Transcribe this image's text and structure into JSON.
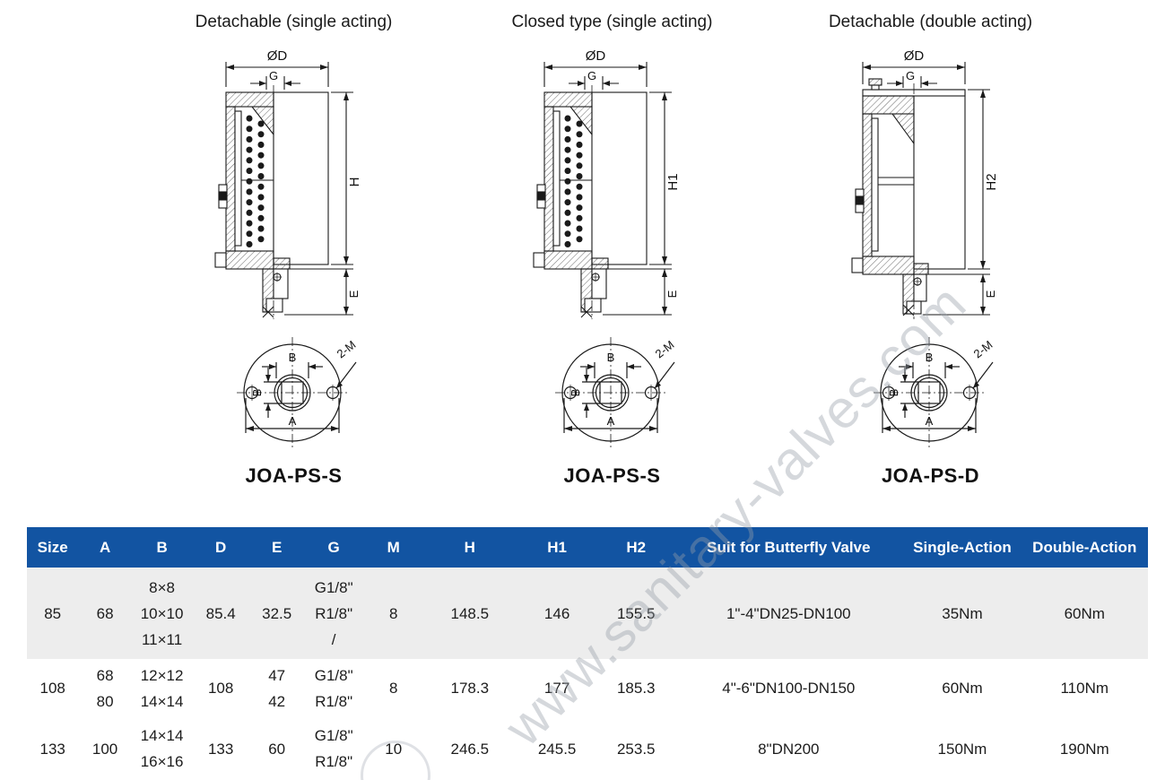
{
  "watermark": {
    "text": "www.sanitary-valves.com"
  },
  "colors": {
    "header_blue": "#1254A2",
    "row_gray": "#EDEDED"
  },
  "drawings": [
    {
      "title": "Detachable (single acting)",
      "model": "JOA-PS-S",
      "dims": {
        "diameter": "ØD",
        "g": "G",
        "height": "H",
        "e": "E"
      },
      "view": {
        "b_top": "B",
        "b_side": "B",
        "a": "A",
        "holes": "2-M"
      }
    },
    {
      "title": "Closed type (single acting)",
      "model": "JOA-PS-S",
      "dims": {
        "diameter": "ØD",
        "g": "G",
        "height": "H1",
        "e": "E"
      },
      "view": {
        "b_top": "B",
        "b_side": "B",
        "a": "A",
        "holes": "2-M"
      }
    },
    {
      "title": "Detachable (double acting)",
      "model": "JOA-PS-D",
      "dims": {
        "diameter": "ØD",
        "g": "G",
        "height": "H2",
        "e": "E"
      },
      "view": {
        "b_top": "B",
        "b_side": "B",
        "a": "A",
        "holes": "2-M"
      }
    }
  ],
  "table": {
    "headers": [
      "Size",
      "A",
      "B",
      "D",
      "E",
      "G",
      "M",
      "H",
      "H1",
      "H2",
      "Suit for Butterfly Valve",
      "Single-Action",
      "Double-Action"
    ],
    "rows": [
      {
        "size": "85",
        "a": "68",
        "b": [
          "8×8",
          "10×10",
          "11×11"
        ],
        "d": "85.4",
        "e": "32.5",
        "g": [
          "G1/8\"",
          "R1/8\"",
          "/"
        ],
        "m": "8",
        "h": "148.5",
        "h1": "146",
        "h2": "155.5",
        "suit": "1\"-4\"DN25-DN100",
        "single": "35Nm",
        "double": "60Nm"
      },
      {
        "size": "108",
        "a": [
          "68",
          "80"
        ],
        "b": [
          "12×12",
          "14×14"
        ],
        "d": "108",
        "e": [
          "47",
          "42"
        ],
        "g": [
          "G1/8\"",
          "R1/8\""
        ],
        "m": "8",
        "h": "178.3",
        "h1": "177",
        "h2": "185.3",
        "suit": "4\"-6\"DN100-DN150",
        "single": "60Nm",
        "double": "110Nm"
      },
      {
        "size": "133",
        "a": "100",
        "b": [
          "14×14",
          "16×16"
        ],
        "d": "133",
        "e": "60",
        "g": [
          "G1/8\"",
          "R1/8\""
        ],
        "m": "10",
        "h": "246.5",
        "h1": "245.5",
        "h2": "253.5",
        "suit": "8\"DN200",
        "single": "150Nm",
        "double": "190Nm"
      }
    ]
  }
}
